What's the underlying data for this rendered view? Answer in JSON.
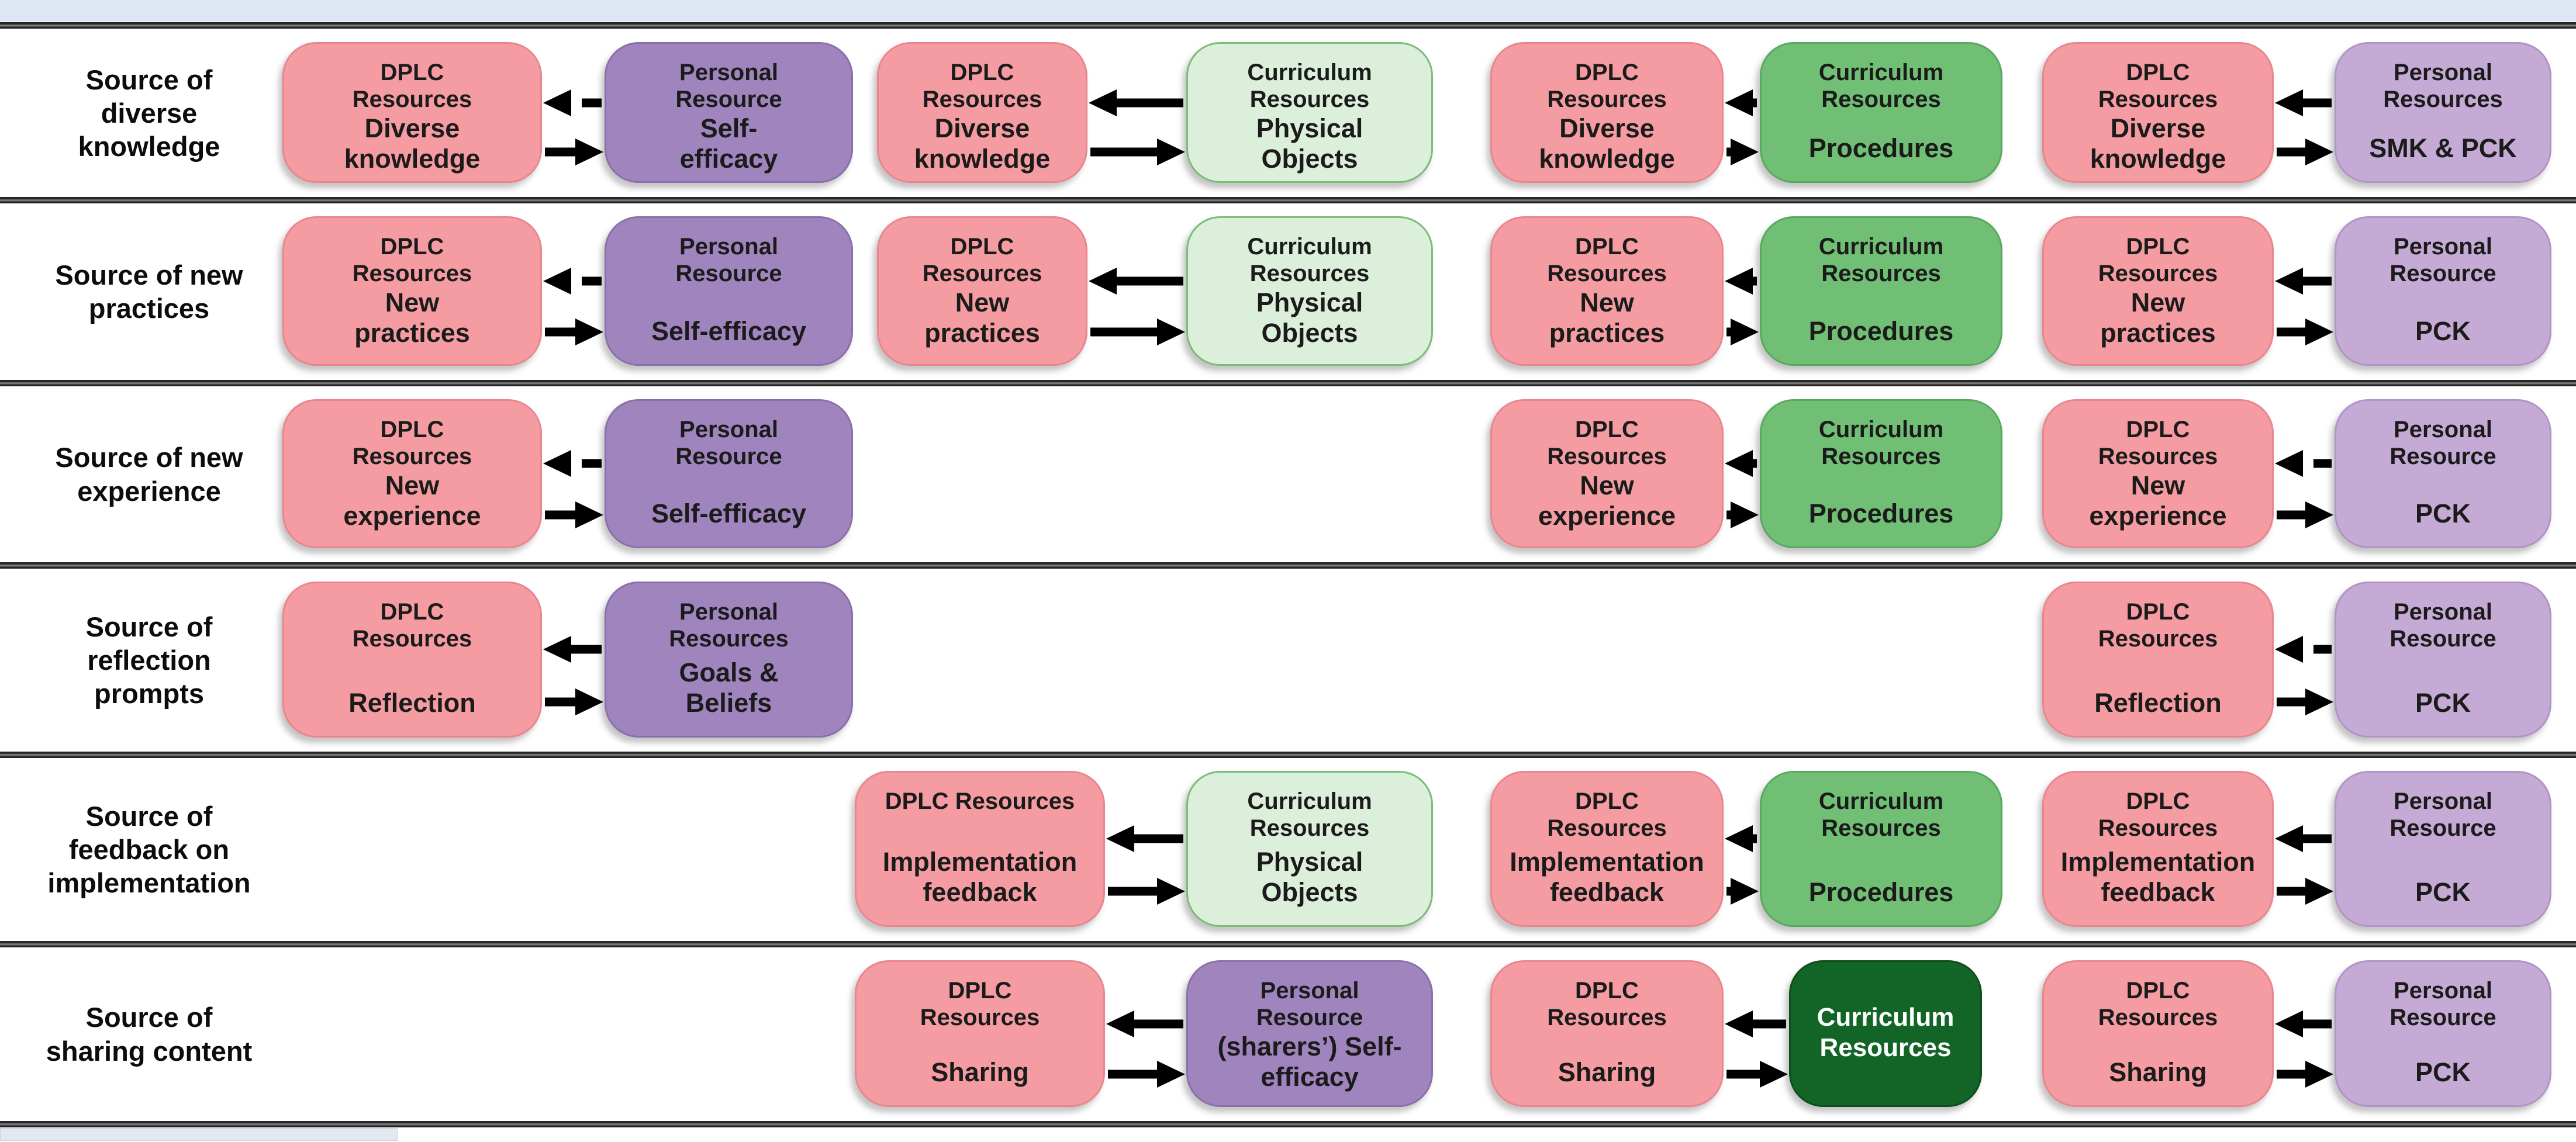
{
  "colors": {
    "pink": "#F59CA3",
    "pink_border": "#EA858E",
    "purple": "#A084BE",
    "purple_border": "#8A6FA8",
    "light_purple": "#C5AAD5",
    "light_purple_border": "#B194C7",
    "light_green": "#DCEFDA",
    "light_green_border": "#79BD77",
    "green": "#70BF75",
    "green_border": "#58A960",
    "dark_green": "#136527",
    "dark_green_border": "#0C4E1D",
    "text": "#1b1b1b",
    "dark_green_text": "#ffffff",
    "arrow": "#000000",
    "separator": "#2a2a2a",
    "top_strip": "#dfe6f3",
    "bottom_strip": "#e3e8f2"
  },
  "rows": [
    {
      "label": "Source of\ndiverse\nknowledge",
      "pairs": [
        {
          "col": 0,
          "source": {
            "title": "DPLC\nResources",
            "label": "Diverse\nknowledge"
          },
          "target": {
            "style": "purple",
            "title": "Personal\nResource",
            "label": "Self-\nefficacy"
          },
          "arrows": {
            "to_source": "dashed",
            "to_target": "solid"
          }
        },
        {
          "col": 1,
          "source": {
            "title": "DPLC\nResources",
            "label": "Diverse\nknowledge"
          },
          "target": {
            "style": "light_green",
            "title": "Curriculum\nResources",
            "label": "Physical\nObjects"
          },
          "arrows": {
            "to_source": "solid",
            "to_target": "solid"
          }
        },
        {
          "col": 2,
          "source": {
            "title": "DPLC\nResources",
            "label": "Diverse\nknowledge"
          },
          "target": {
            "style": "green",
            "title": "Curriculum\nResources",
            "label": "Procedures"
          },
          "arrows": {
            "to_source": "solid",
            "to_target": "solid"
          }
        },
        {
          "col": 3,
          "source": {
            "title": "DPLC\nResources",
            "label": "Diverse\nknowledge"
          },
          "target": {
            "style": "light_purple",
            "title": "Personal\nResources",
            "label": "SMK & PCK"
          },
          "arrows": {
            "to_source": "solid",
            "to_target": "solid"
          }
        }
      ]
    },
    {
      "label": "Source of new\npractices",
      "pairs": [
        {
          "col": 0,
          "source": {
            "title": "DPLC\nResources",
            "label": "New\npractices"
          },
          "target": {
            "style": "purple",
            "title": "Personal\nResource",
            "label": "Self-efficacy"
          },
          "arrows": {
            "to_source": "dashed",
            "to_target": "solid"
          }
        },
        {
          "col": 1,
          "source": {
            "title": "DPLC\nResources",
            "label": "New\npractices"
          },
          "target": {
            "style": "light_green",
            "title": "Curriculum\nResources",
            "label": "Physical\nObjects"
          },
          "arrows": {
            "to_source": "solid",
            "to_target": "solid"
          }
        },
        {
          "col": 2,
          "source": {
            "title": "DPLC\nResources",
            "label": "New\npractices"
          },
          "target": {
            "style": "green",
            "title": "Curriculum\nResources",
            "label": "Procedures"
          },
          "arrows": {
            "to_source": "solid",
            "to_target": "solid"
          }
        },
        {
          "col": 3,
          "source": {
            "title": "DPLC\nResources",
            "label": "New\npractices"
          },
          "target": {
            "style": "light_purple",
            "title": "Personal\nResource",
            "label": "PCK"
          },
          "arrows": {
            "to_source": "solid",
            "to_target": "solid"
          }
        }
      ]
    },
    {
      "label": "Source of new\nexperience",
      "pairs": [
        {
          "col": 0,
          "source": {
            "title": "DPLC\nResources",
            "label": "New\nexperience"
          },
          "target": {
            "style": "purple",
            "title": "Personal\nResource",
            "label": "Self-efficacy"
          },
          "arrows": {
            "to_source": "dashed",
            "to_target": "solid"
          }
        },
        {
          "col": 2,
          "source": {
            "title": "DPLC\nResources",
            "label": "New\nexperience"
          },
          "target": {
            "style": "green",
            "title": "Curriculum\nResources",
            "label": "Procedures"
          },
          "arrows": {
            "to_source": "solid",
            "to_target": "solid"
          }
        },
        {
          "col": 3,
          "source": {
            "title": "DPLC\nResources",
            "label": "New\nexperience"
          },
          "target": {
            "style": "light_purple",
            "title": "Personal\nResource",
            "label": "PCK"
          },
          "arrows": {
            "to_source": "dashed",
            "to_target": "solid"
          }
        }
      ]
    },
    {
      "label": "Source of\nreflection\nprompts",
      "pairs": [
        {
          "col": 0,
          "source": {
            "title": "DPLC\nResources",
            "label": "Reflection"
          },
          "target": {
            "style": "purple",
            "title": "Personal\nResources",
            "label": "Goals &\nBeliefs"
          },
          "arrows": {
            "to_source": "solid",
            "to_target": "solid"
          }
        },
        {
          "col": 3,
          "source": {
            "title": "DPLC\nResources",
            "label": "Reflection"
          },
          "target": {
            "style": "light_purple",
            "title": "Personal\nResource",
            "label": "PCK"
          },
          "arrows": {
            "to_source": "dashed",
            "to_target": "solid"
          }
        }
      ]
    },
    {
      "label": "Source of\nfeedback on\nimplementation",
      "pairs": [
        {
          "col": 1,
          "source": {
            "title": "DPLC Resources",
            "label": "Implementation\nfeedback"
          },
          "target": {
            "style": "light_green",
            "title": "Curriculum\nResources",
            "label": "Physical\nObjects"
          },
          "arrows": {
            "to_source": "solid",
            "to_target": "solid"
          }
        },
        {
          "col": 2,
          "source": {
            "title": "DPLC\nResources",
            "label": "Implementation\nfeedback"
          },
          "target": {
            "style": "green",
            "title": "Curriculum\nResources",
            "label": "Procedures"
          },
          "arrows": {
            "to_source": "solid",
            "to_target": "solid"
          }
        },
        {
          "col": 3,
          "source": {
            "title": "DPLC\nResources",
            "label": "Implementation\nfeedback"
          },
          "target": {
            "style": "light_purple",
            "title": "Personal\nResource",
            "label": "PCK"
          },
          "arrows": {
            "to_source": "solid",
            "to_target": "solid"
          }
        }
      ]
    },
    {
      "label": "Source of\nsharing content",
      "pairs": [
        {
          "col": 1,
          "source": {
            "title": "DPLC\nResources",
            "label": "Sharing"
          },
          "target": {
            "style": "purple",
            "title": "Personal\nResource",
            "label": "(sharers’) Self-\nefficacy"
          },
          "arrows": {
            "to_source": "solid",
            "to_target": "solid"
          }
        },
        {
          "col": 2,
          "source": {
            "title": "DPLC\nResources",
            "label": "Sharing"
          },
          "target": {
            "style": "dark_green",
            "title": "Curriculum\nResources",
            "label": ""
          },
          "arrows": {
            "to_source": "solid",
            "to_target": "solid"
          }
        },
        {
          "col": 3,
          "source": {
            "title": "DPLC\nResources",
            "label": "Sharing"
          },
          "target": {
            "style": "light_purple",
            "title": "Personal\nResource",
            "label": "PCK"
          },
          "arrows": {
            "to_source": "solid",
            "to_target": "solid"
          }
        }
      ]
    }
  ]
}
